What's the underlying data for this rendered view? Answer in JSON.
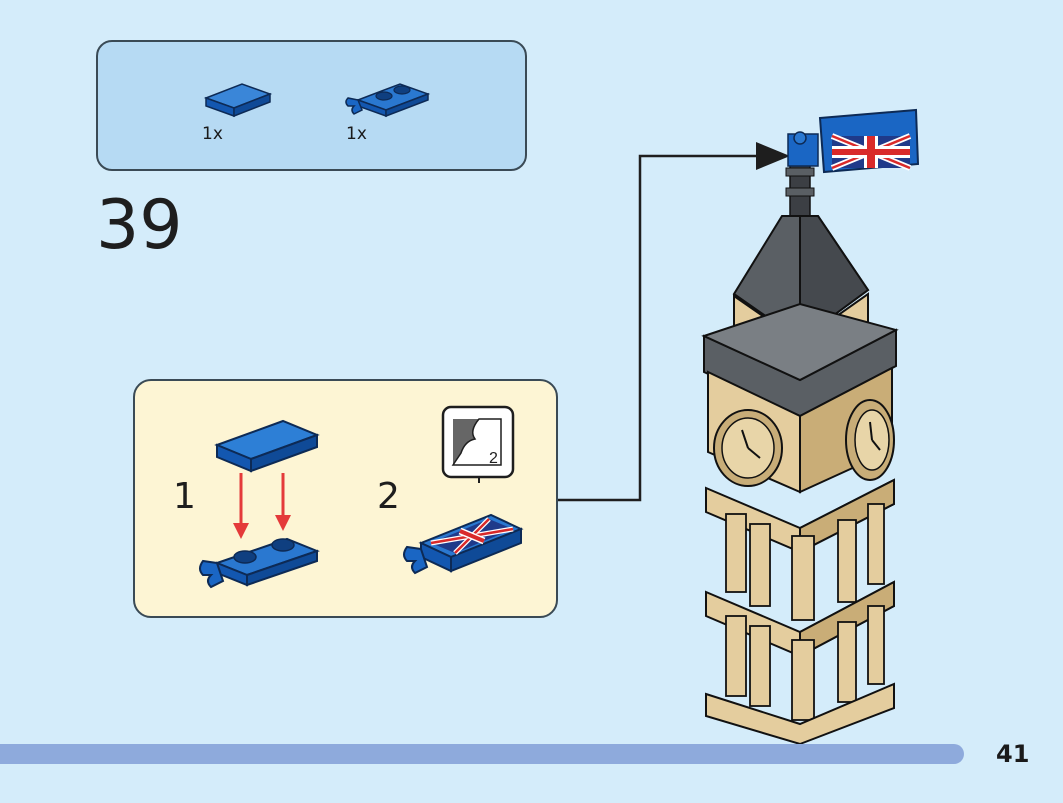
{
  "parts_list": {
    "items": [
      {
        "name": "blue-tile-1x2",
        "quantity": "1x"
      },
      {
        "name": "blue-plate-with-clip",
        "quantity": "1x"
      }
    ]
  },
  "step": {
    "number": "39"
  },
  "substeps": [
    {
      "number": "1"
    },
    {
      "number": "2",
      "sticker_number": "2"
    }
  ],
  "page": {
    "number": "41",
    "progress": 0.907
  },
  "colors": {
    "background": "#d4ecfa",
    "parts_box": "#b6daf3",
    "substep_box": "#fdf5d4",
    "lego_blue": "#1560bd",
    "tan": "#e4cd9e",
    "dark_gray": "#5a5f64",
    "progress_bar": "#8eaadc",
    "arrow_red": "#e43a3a"
  },
  "icons": [
    "union-flag-icon",
    "sticker-sheet-icon",
    "red-down-arrow-icon",
    "black-pointer-arrow-icon"
  ]
}
